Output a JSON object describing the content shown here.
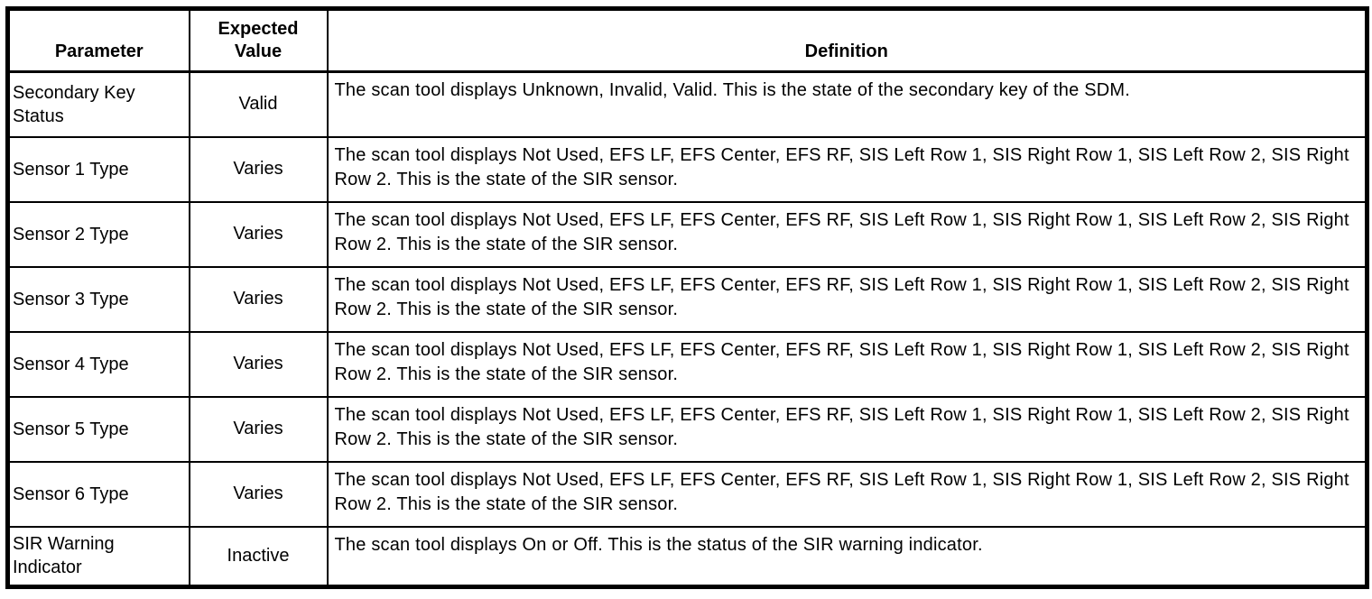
{
  "table": {
    "headers": {
      "parameter": "Parameter",
      "expected_value": "Expected Value",
      "definition": "Definition"
    },
    "rows": [
      {
        "parameter": "Secondary Key Status",
        "expected_value": "Valid",
        "definition": "The scan tool displays Unknown, Invalid, Valid. This is the state of the secondary key of the SDM."
      },
      {
        "parameter": "Sensor 1 Type",
        "expected_value": "Varies",
        "definition": "The scan tool displays Not Used, EFS LF, EFS Center, EFS RF, SIS Left Row 1, SIS Right Row 1, SIS Left Row 2, SIS Right Row 2. This is the state of the SIR sensor."
      },
      {
        "parameter": "Sensor 2 Type",
        "expected_value": "Varies",
        "definition": "The scan tool displays Not Used, EFS LF, EFS Center, EFS RF, SIS Left Row 1, SIS Right Row 1, SIS Left Row 2, SIS Right Row 2. This is the state of the SIR sensor."
      },
      {
        "parameter": "Sensor 3 Type",
        "expected_value": "Varies",
        "definition": "The scan tool displays Not Used, EFS LF, EFS Center, EFS RF, SIS Left Row 1, SIS Right Row 1, SIS Left Row 2, SIS Right Row 2. This is the state of the SIR sensor."
      },
      {
        "parameter": "Sensor 4 Type",
        "expected_value": "Varies",
        "definition": "The scan tool displays Not Used, EFS LF, EFS Center, EFS RF, SIS Left Row 1, SIS Right Row 1, SIS Left Row 2, SIS Right Row 2. This is the state of the SIR sensor."
      },
      {
        "parameter": "Sensor 5 Type",
        "expected_value": "Varies",
        "definition": "The scan tool displays Not Used, EFS LF, EFS Center, EFS RF, SIS Left Row 1, SIS Right Row 1, SIS Left Row 2, SIS Right Row 2. This is the state of the SIR sensor."
      },
      {
        "parameter": "Sensor 6 Type",
        "expected_value": "Varies",
        "definition": "The scan tool displays Not Used, EFS LF, EFS Center, EFS RF, SIS Left Row 1, SIS Right Row 1, SIS Left Row 2, SIS Right Row 2. This is the state of the SIR sensor."
      },
      {
        "parameter": "SIR Warning Indicator",
        "expected_value": "Inactive",
        "definition": "The scan tool displays On or Off. This is the status of the SIR warning indicator."
      }
    ],
    "colors": {
      "border": "#000000",
      "background": "#ffffff",
      "text": "#000000"
    }
  }
}
